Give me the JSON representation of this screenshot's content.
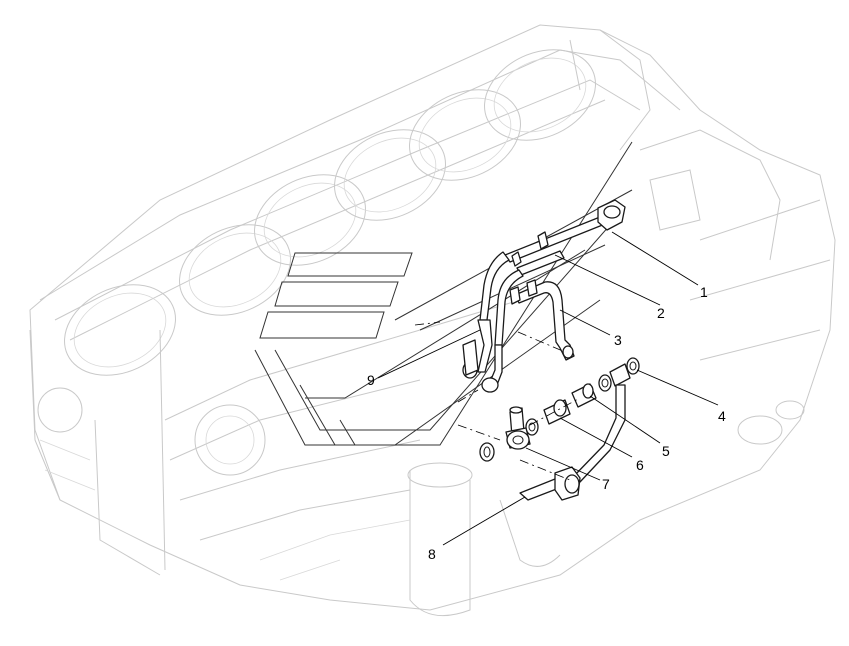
{
  "diagram": {
    "callouts": [
      {
        "id": "c1",
        "text": "1"
      },
      {
        "id": "c2",
        "text": "2"
      },
      {
        "id": "c3",
        "text": "3"
      },
      {
        "id": "c4",
        "text": "4"
      },
      {
        "id": "c5",
        "text": "5"
      },
      {
        "id": "c6",
        "text": "6"
      },
      {
        "id": "c7",
        "text": "7"
      },
      {
        "id": "c8",
        "text": "8"
      },
      {
        "id": "c9",
        "text": "9"
      }
    ]
  }
}
